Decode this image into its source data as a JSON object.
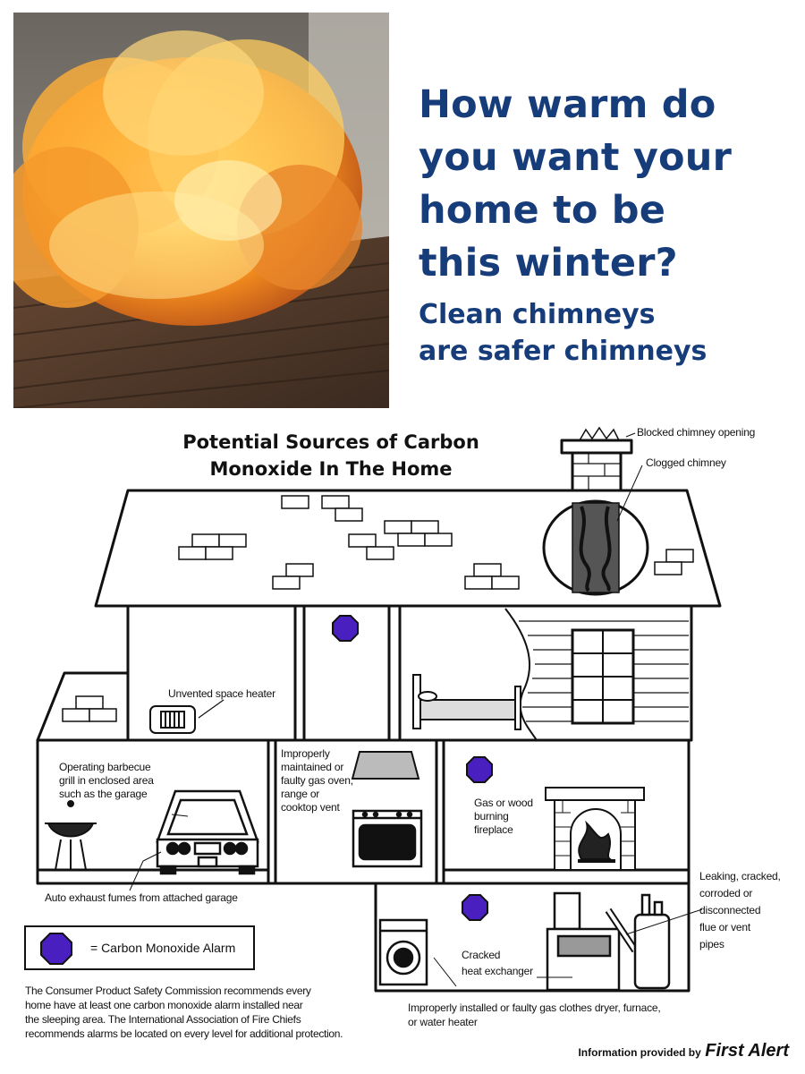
{
  "poster": {
    "headline_lines": [
      "How warm do",
      "you want your",
      "home to be",
      "this winter?"
    ],
    "tagline_lines": [
      "Clean chimneys",
      "are safer chimneys"
    ]
  },
  "diagram": {
    "title_lines": [
      "Potential Sources of Carbon",
      "Monoxide In The Home"
    ],
    "labels": {
      "blocked_chimney": "Blocked chimney opening",
      "clogged_chimney": "Clogged chimney",
      "space_heater": "Unvented space heater",
      "barbecue": [
        "Operating barbecue",
        "grill in enclosed area",
        "such as the garage"
      ],
      "gas_oven": [
        "Improperly",
        "maintained or",
        "faulty gas oven,",
        "range or",
        "cooktop vent"
      ],
      "fireplace": [
        "Gas or wood",
        "burning",
        "fireplace"
      ],
      "flue": [
        "Leaking, cracked,",
        "corroded or",
        "disconnected",
        "flue or vent",
        "pipes"
      ],
      "auto_exhaust": "Auto exhaust fumes from attached garage",
      "heat_exchanger": [
        "Cracked",
        "heat exchanger"
      ],
      "dryer": [
        "Improperly installed or faulty gas clothes dryer, furnace,",
        "or water heater"
      ]
    },
    "legend_label": "= Carbon Monoxide Alarm",
    "recommendation_lines": [
      "The Consumer Product Safety Commission recommends every",
      "home have at least one carbon monoxide alarm installed near",
      "the sleeping area.  The International Association of Fire Chiefs",
      "recommends alarms be located on every level for additional protection."
    ],
    "credit_text": "Information provided by",
    "credit_brand": "First Alert",
    "colors": {
      "headline": "#163c7a",
      "alarm": "#4a1fc0",
      "fire": "#f39a2a"
    }
  }
}
